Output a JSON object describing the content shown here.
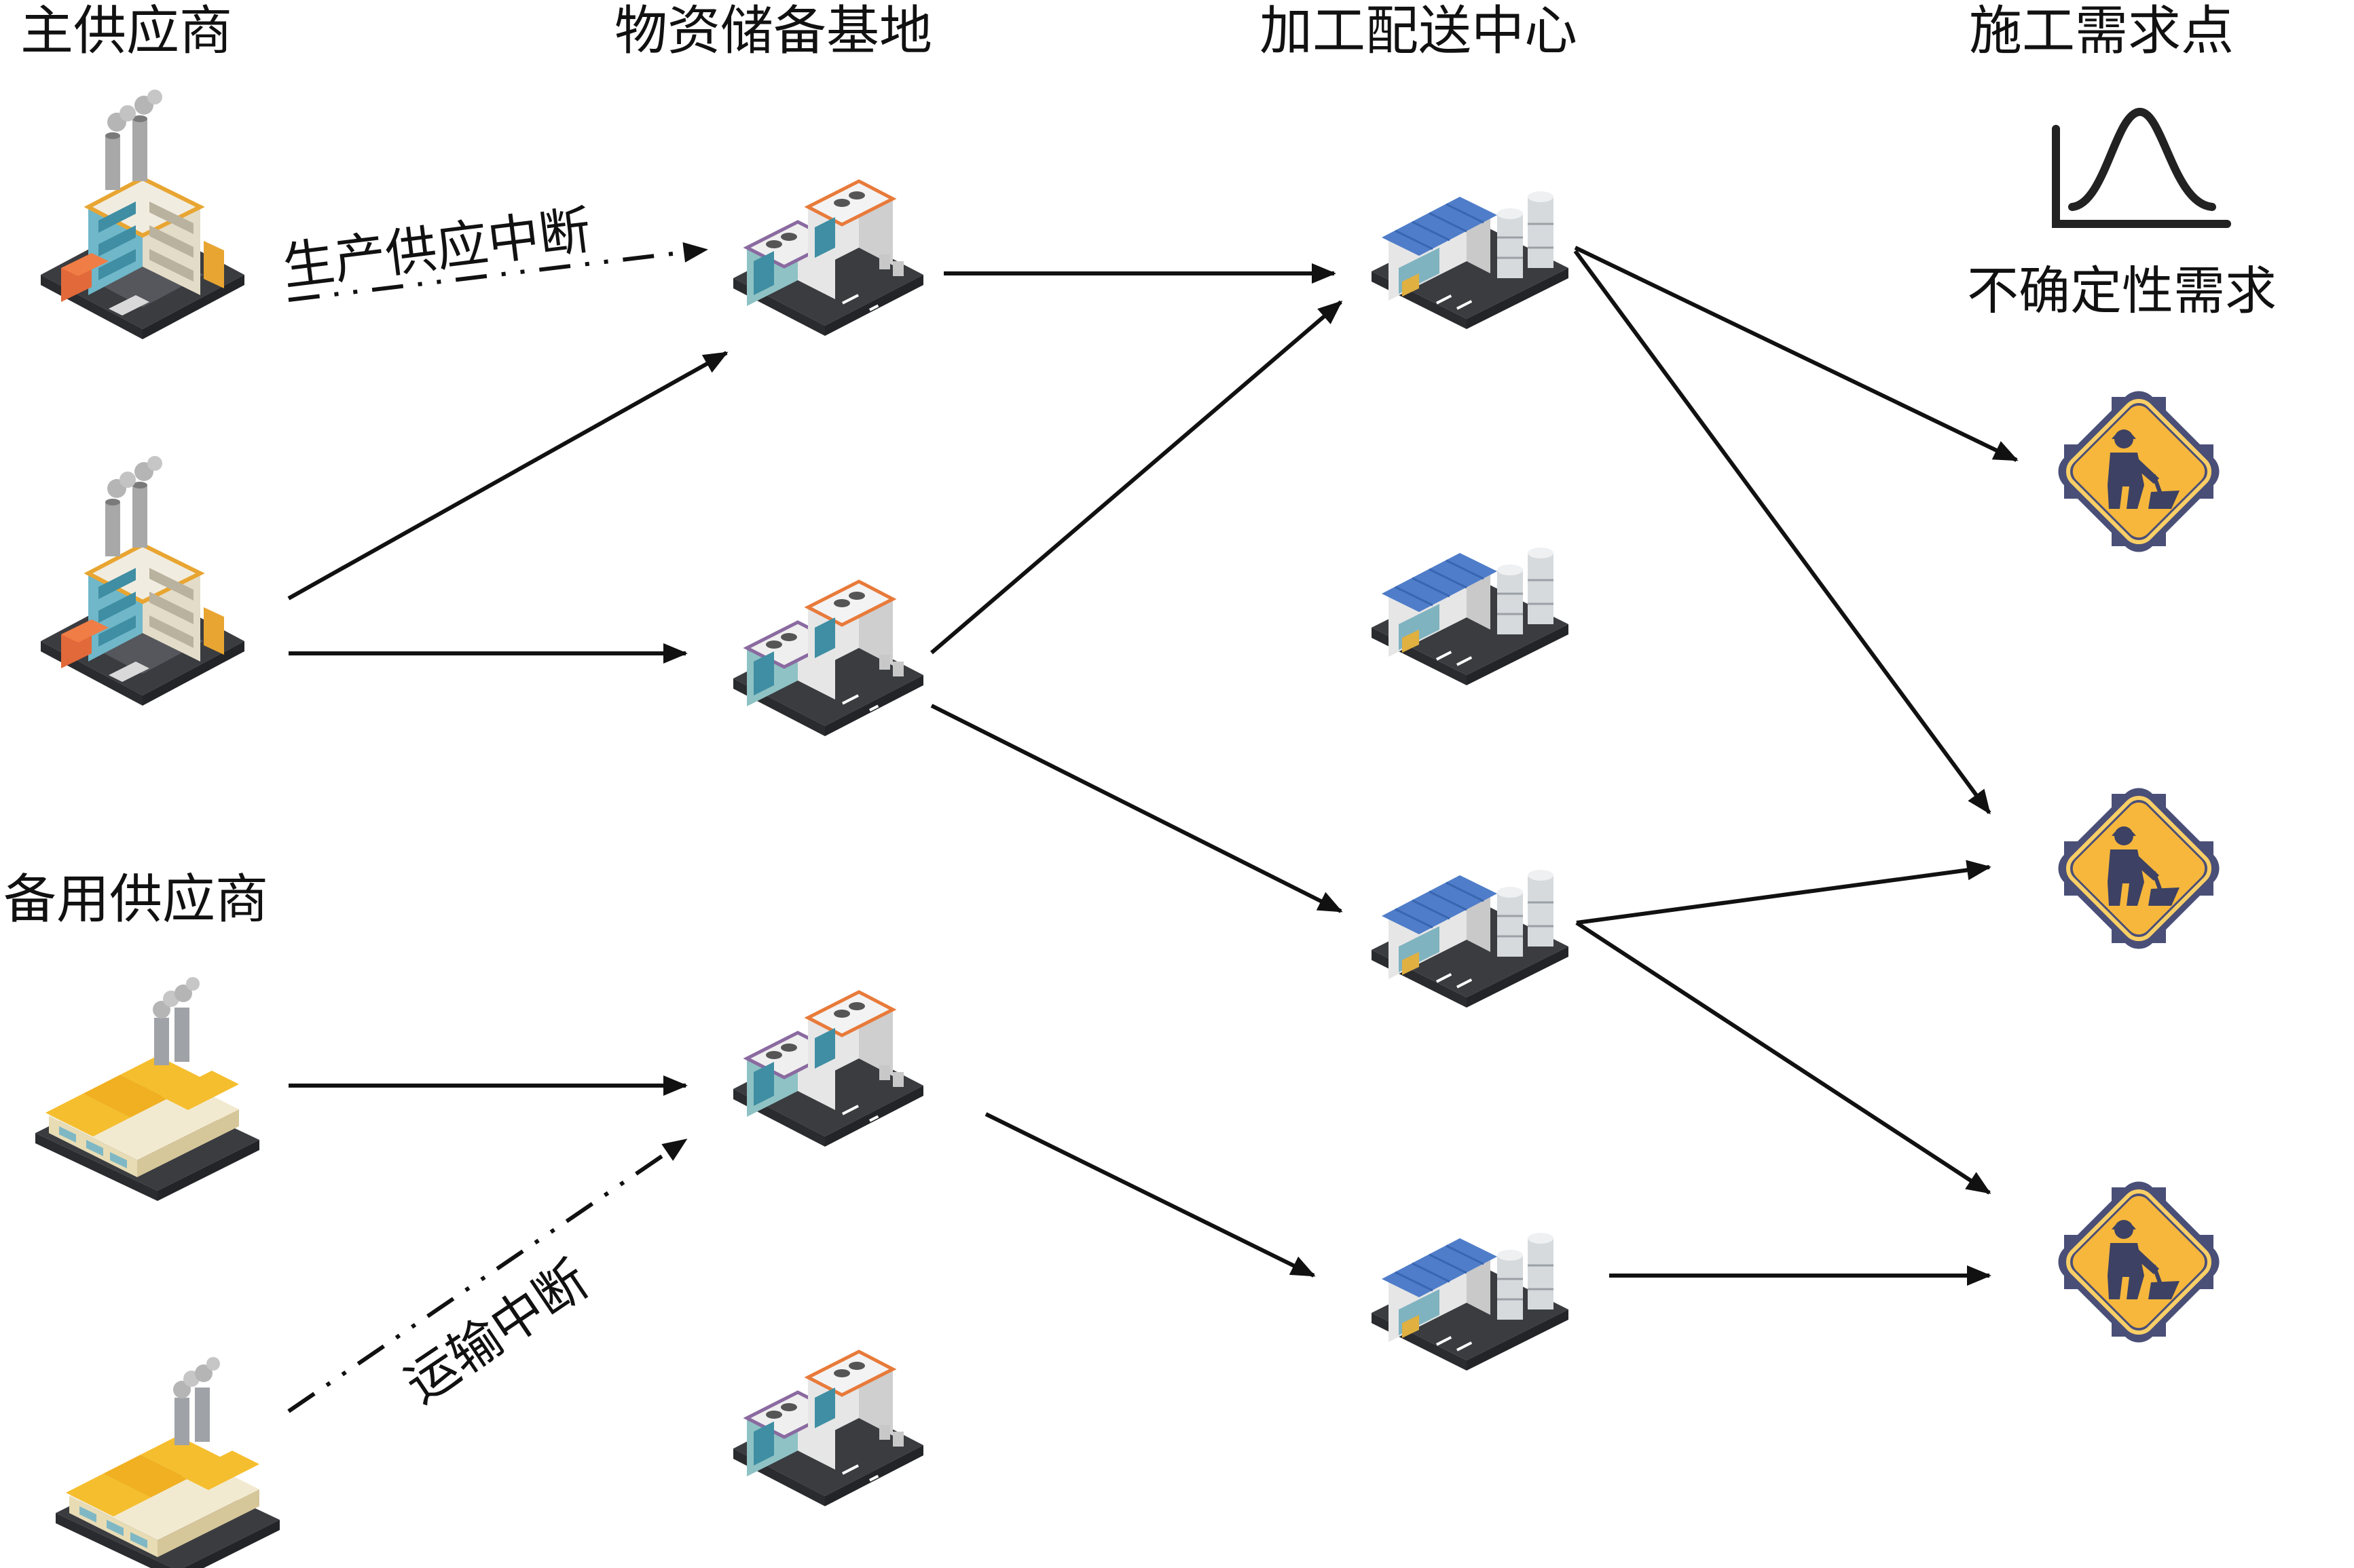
{
  "columns": {
    "main_supplier": "主供应商",
    "reserve_base": "物资储备基地",
    "processing_center": "加工配送中心",
    "demand_point": "施工需求点"
  },
  "backup_supplier": "备用供应商",
  "uncertain_demand": "不确定性需求",
  "disruptions": {
    "production": "生产供应中断",
    "transport": "运输中断"
  },
  "icons": {
    "main_supplier": "factory-building-icon",
    "backup_supplier": "industrial-plant-icon",
    "reserve_base": "warehouse-base-icon",
    "processing_center": "distribution-center-icon",
    "demand_point": "construction-worker-sign-icon",
    "demand_curve": "bell-curve-icon"
  },
  "colors": {
    "sign_yellow": "#f6b73c",
    "sign_border": "#4a4f78",
    "roof_blue": "#4f7dc9",
    "roof_orange": "#e8912f",
    "ground": "#3a3c40"
  }
}
